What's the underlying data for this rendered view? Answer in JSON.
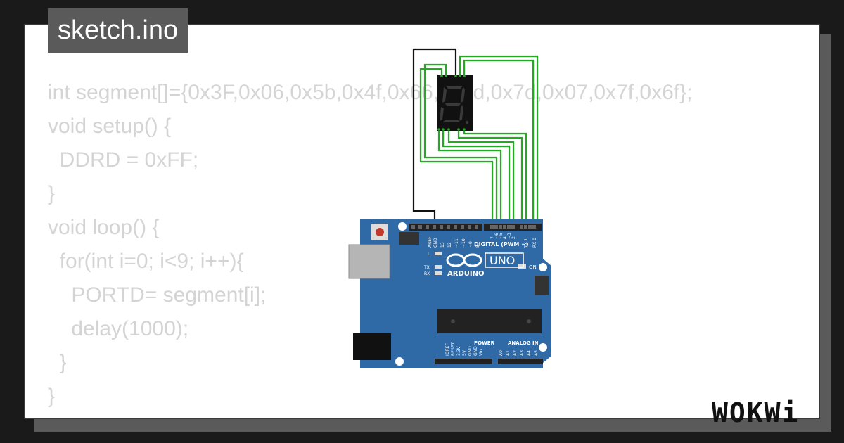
{
  "file_tab": {
    "filename": "sketch.ino"
  },
  "code": {
    "lines": [
      "int segment[]={0x3F,0x06,0x5b,0x4f,0x66,0x6d,0x7d,0x07,0x7f,0x6f};",
      "void setup() {",
      "  DDRD = 0xFF;",
      "}",
      "void loop() {",
      "  for(int i=0; i<9; i++){",
      "    PORTD= segment[i];",
      "    delay(1000);",
      "  }",
      "}"
    ]
  },
  "board": {
    "logo": "ARDUINO",
    "model": "UNO",
    "on_label": "ON",
    "led_labels": {
      "l": "L",
      "tx": "TX",
      "rx": "RX"
    },
    "digital_header_label": "DIGITAL (PWM ~)",
    "top_pin_labels": [
      "AREF",
      "GND",
      "13",
      "12",
      "~11",
      "~10",
      "~9",
      "8",
      "7",
      "~6",
      "~5",
      "4",
      "~3",
      "2",
      "TX 1",
      "RX 0"
    ],
    "power_header_label": "POWER",
    "analog_header_label": "ANALOG IN",
    "power_pin_labels": [
      "IOREF",
      "RESET",
      "3.3V",
      "5V",
      "GND",
      "GND",
      "Vin"
    ],
    "analog_pin_labels": [
      "A0",
      "A1",
      "A2",
      "A3",
      "A4",
      "A5"
    ],
    "color": "#2b6cb0"
  },
  "display": {
    "type": "7-segment",
    "segment_color": "#3a3a3a",
    "wire_color": "#22aa22",
    "gnd_wire_color": "#111111"
  },
  "brand": {
    "name": "WOKWi"
  },
  "colors": {
    "background": "#1a1a1a",
    "tab_bg": "#5a5a5a",
    "code_text": "#d4d4d4"
  }
}
